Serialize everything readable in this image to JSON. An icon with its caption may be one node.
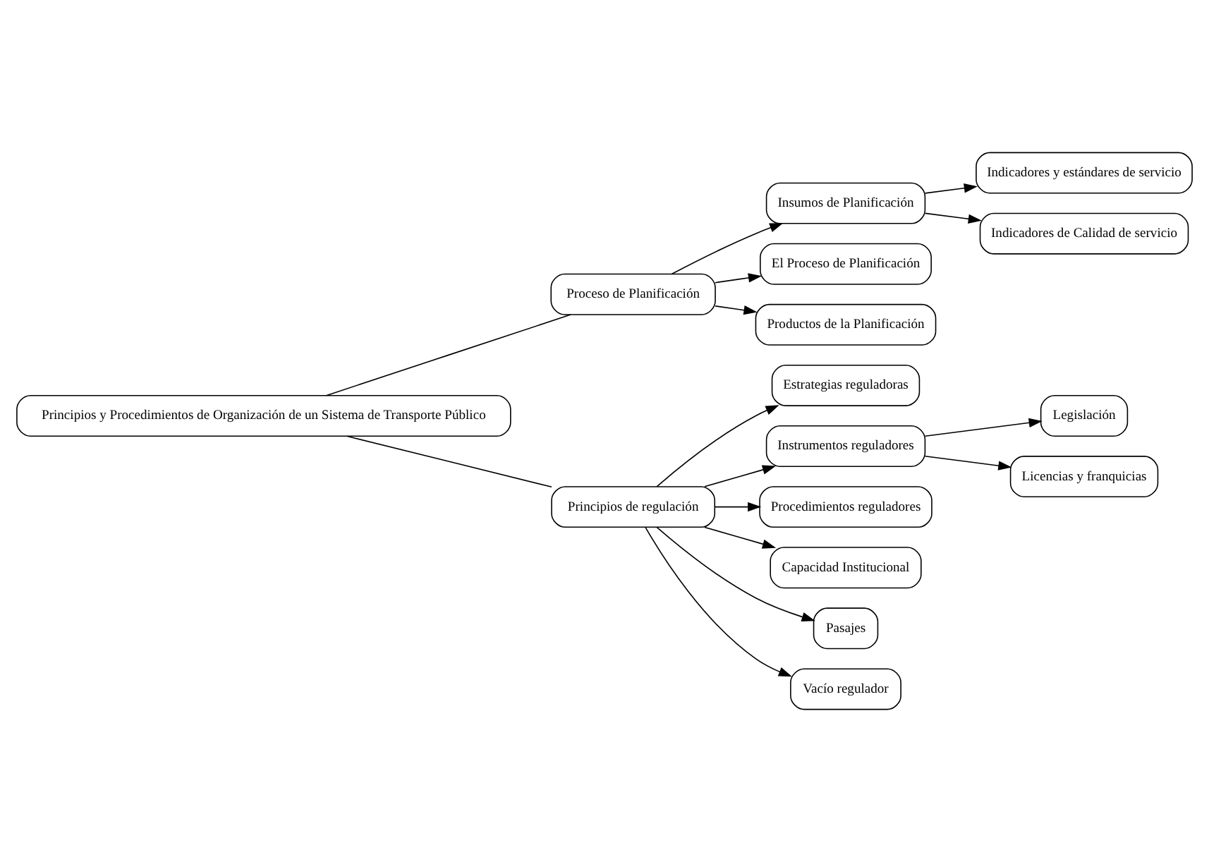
{
  "diagram": {
    "nodes": [
      {
        "text": [
          "Principios y Procedimientos de Organización de un Sistema de Transporte Público"
        ]
      },
      {
        "text": [
          "Proceso de Planificación"
        ]
      },
      {
        "text": [
          "Principios de regulación"
        ]
      },
      {
        "text": [
          "Insumos de Planificación"
        ]
      },
      {
        "text": [
          "Indicadores y estándares de servicio"
        ]
      },
      {
        "text": [
          "Indicadores de Calidad de servicio"
        ]
      },
      {
        "text": [
          "El Proceso de Planificación"
        ]
      },
      {
        "text": [
          "Productos de la Planificación"
        ]
      },
      {
        "text": [
          "Estrategias reguladoras"
        ]
      },
      {
        "text": [
          "Instrumentos reguladores"
        ]
      },
      {
        "text": [
          "Legislación"
        ]
      },
      {
        "text": [
          "Licencias y franquicias"
        ]
      },
      {
        "text": [
          "Procedimientos reguladores"
        ]
      },
      {
        "text": [
          "Capacidad Institucional"
        ]
      },
      {
        "text": [
          "Pasajes"
        ]
      },
      {
        "text": [
          "Vacío regulador"
        ]
      }
    ],
    "edges": [
      {
        "from": 0,
        "to": 1,
        "arrow": "none"
      },
      {
        "from": 0,
        "to": 2,
        "arrow": "none"
      },
      {
        "from": 1,
        "to": 3,
        "arrow": "to"
      },
      {
        "from": 3,
        "to": 4,
        "arrow": "to"
      },
      {
        "from": 3,
        "to": 5,
        "arrow": "to"
      },
      {
        "from": 1,
        "to": 6,
        "arrow": "to"
      },
      {
        "from": 1,
        "to": 7,
        "arrow": "to"
      },
      {
        "from": 2,
        "to": 8,
        "arrow": "to"
      },
      {
        "from": 2,
        "to": 9,
        "arrow": "to"
      },
      {
        "from": 9,
        "to": 10,
        "arrow": "to"
      },
      {
        "from": 9,
        "to": 11,
        "arrow": "to"
      },
      {
        "from": 2,
        "to": 12,
        "arrow": "to"
      },
      {
        "from": 2,
        "to": 13,
        "arrow": "to"
      },
      {
        "from": 2,
        "to": 14,
        "arrow": "to"
      },
      {
        "from": 2,
        "to": 15,
        "arrow": "to"
      }
    ]
  }
}
